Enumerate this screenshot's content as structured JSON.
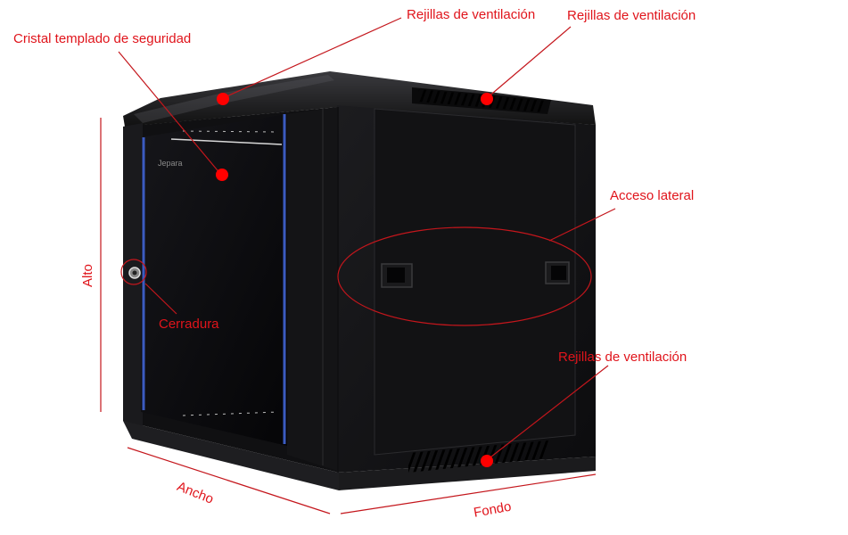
{
  "figure": {
    "subject": "Armario rack mural negro con puerta de cristal",
    "brand_mark": "Jepara",
    "annotation_color": "#e0141b",
    "cabinet_color": "#141416"
  },
  "callouts": [
    {
      "id": "glass",
      "label": "Cristal templado de seguridad"
    },
    {
      "id": "vent-top-front",
      "label": "Rejillas de ventilación"
    },
    {
      "id": "vent-top-side",
      "label": "Rejillas de ventilación"
    },
    {
      "id": "side-access",
      "label": "Acceso lateral"
    },
    {
      "id": "lock",
      "label": "Cerradura"
    },
    {
      "id": "vent-bottom",
      "label": "Rejillas de ventilación"
    }
  ],
  "dimensions": {
    "height": "Alto",
    "width": "Ancho",
    "depth": "Fondo"
  }
}
